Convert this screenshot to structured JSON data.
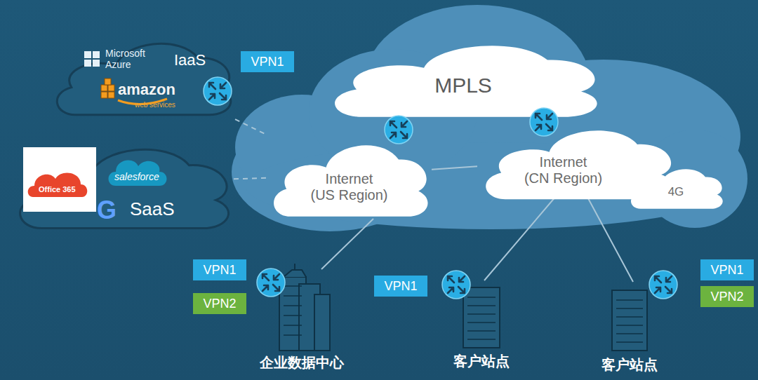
{
  "diagram": {
    "nodes": [
      {
        "text": [
          "MPLS"
        ]
      },
      {
        "text": [
          "Internet (US Region)"
        ]
      },
      {
        "text": [
          "Internet (CN Region)"
        ]
      },
      {
        "text": [
          "4G"
        ]
      },
      {
        "text": [
          "Microsoft Azure",
          "IaaS",
          "amazon",
          "web services"
        ]
      },
      {
        "text": [
          "VPN1"
        ]
      },
      {
        "text": [
          "Office 365",
          "salesforce",
          "G",
          "SaaS"
        ]
      },
      {
        "text": [
          "VPN1"
        ]
      },
      {
        "text": [
          "VPN2"
        ]
      },
      {
        "text": [
          "VPN1"
        ]
      },
      {
        "text": [
          "VPN1"
        ]
      },
      {
        "text": [
          "VPN2"
        ]
      }
    ],
    "edges": [
      {
        "from": 4,
        "to": 1,
        "arrow": "none"
      },
      {
        "from": 6,
        "to": 1,
        "arrow": "none"
      },
      {
        "from": 1,
        "to": 2,
        "arrow": "none"
      }
    ],
    "labels": [
      "企业数据中心",
      "客户站点",
      "客户站点"
    ]
  }
}
